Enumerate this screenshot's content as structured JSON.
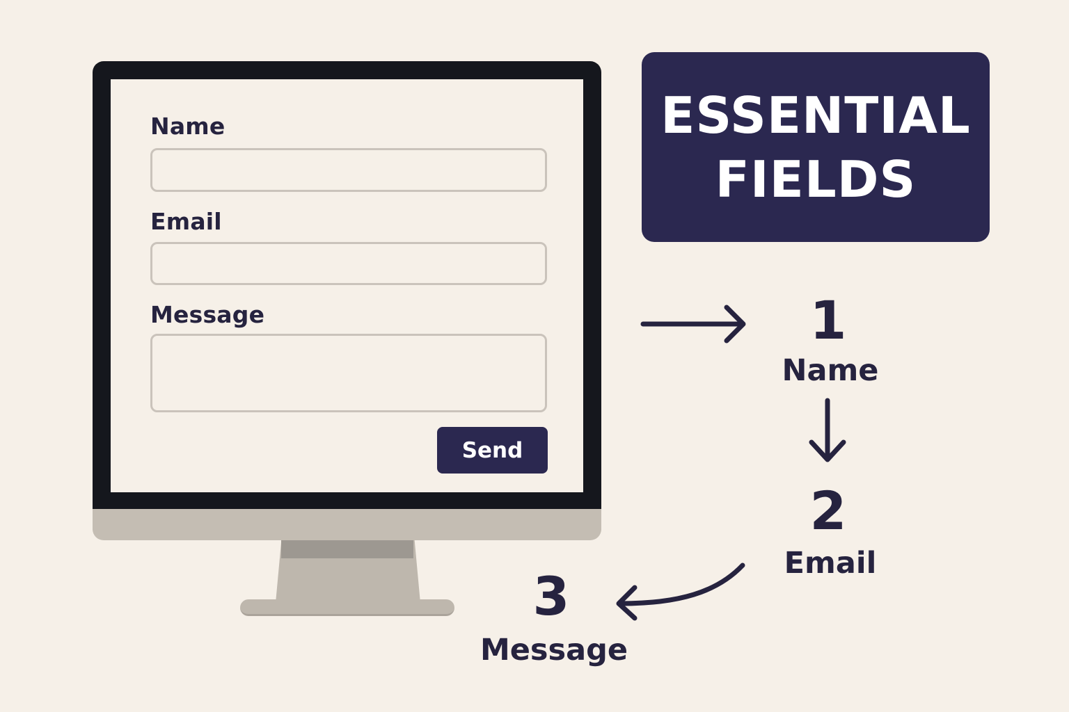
{
  "form": {
    "name_label": "Name",
    "email_label": "Email",
    "message_label": "Message",
    "name_value": "",
    "email_value": "",
    "message_value": "",
    "send_label": "Send"
  },
  "title": {
    "line1": "ESSENTIAL",
    "line2": "FIELDS"
  },
  "steps": [
    {
      "number": "1",
      "label": "Name"
    },
    {
      "number": "2",
      "label": "Email"
    },
    {
      "number": "3",
      "label": "Message"
    }
  ],
  "colors": {
    "background": "#f6f0e8",
    "accent": "#2b2850",
    "bezel": "#15171d",
    "stand": "#beb7ad",
    "input_border": "#cac3bb"
  }
}
